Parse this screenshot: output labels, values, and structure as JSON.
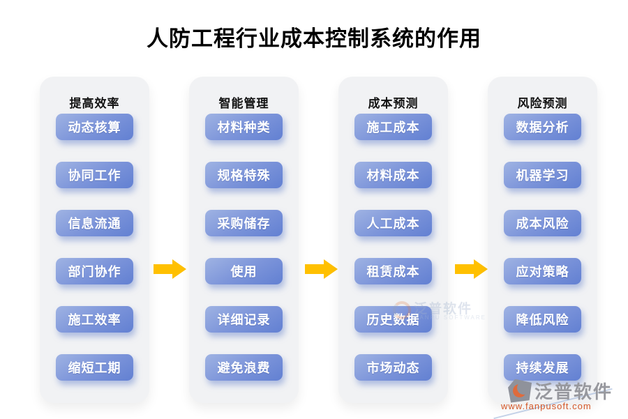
{
  "title": "人防工程行业成本控制系统的作用",
  "columns": [
    {
      "header": "提高效率",
      "items": [
        "动态核算",
        "协同工作",
        "信息流通",
        "部门协作",
        "施工效率",
        "缩短工期"
      ]
    },
    {
      "header": "智能管理",
      "items": [
        "材料种类",
        "规格特殊",
        "采购储存",
        "使用",
        "详细记录",
        "避免浪费"
      ]
    },
    {
      "header": "成本预测",
      "items": [
        "施工成本",
        "材料成本",
        "人工成本",
        "租赁成本",
        "历史数据",
        "市场动态"
      ]
    },
    {
      "header": "风险预测",
      "items": [
        "数据分析",
        "机器学习",
        "成本风险",
        "应对策略",
        "降低风险",
        "持续发展"
      ]
    }
  ],
  "arrows": {
    "icon": "right-arrow-icon",
    "color": "#FFC000",
    "count": 3
  },
  "watermark_center": {
    "brand": "泛普软件",
    "brand_en": "FANPU SOFTWARE"
  },
  "watermark_corner": {
    "brand": "泛普软件",
    "url": "www.fanpusoft.com"
  },
  "colors": {
    "page_background": "#FFFFFF",
    "panel_background": "#F1F2F4",
    "pill_gradient_start": "#9FB3E3",
    "pill_gradient_end": "#6280D2",
    "pill_text": "#FFFFFF",
    "arrow": "#FFC000",
    "title_text": "#000000",
    "watermark_url": "#D4582A"
  }
}
